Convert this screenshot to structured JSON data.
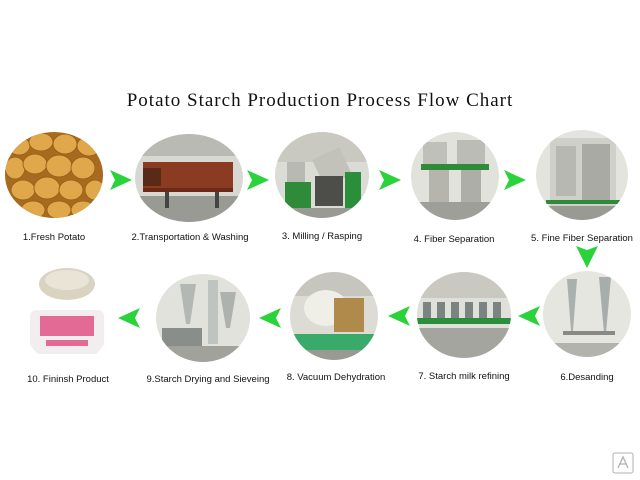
{
  "title": "Potato Starch Production Process Flow Chart",
  "steps": [
    {
      "label": "1.Fresh Potato",
      "image": "potatoes"
    },
    {
      "label": "2.Transportation & Washing",
      "image": "washing-machine"
    },
    {
      "label": "3. Milling / Rasping",
      "image": "rasper"
    },
    {
      "label": "4. Fiber Separation",
      "image": "separator"
    },
    {
      "label": "5. Fine Fiber Separation",
      "image": "fine-separator"
    },
    {
      "label": "6.Desanding",
      "image": "desander"
    },
    {
      "label": "7. Starch milk refining",
      "image": "hydrocyclones"
    },
    {
      "label": "8. Vacuum Dehydration",
      "image": "vacuum-filter"
    },
    {
      "label": "9.Starch Drying and Sieveing",
      "image": "flash-dryer"
    },
    {
      "label": "10. Fininsh Product",
      "image": "starch-bag"
    }
  ],
  "colors": {
    "arrow": "#2bd33a",
    "text": "#111111"
  }
}
